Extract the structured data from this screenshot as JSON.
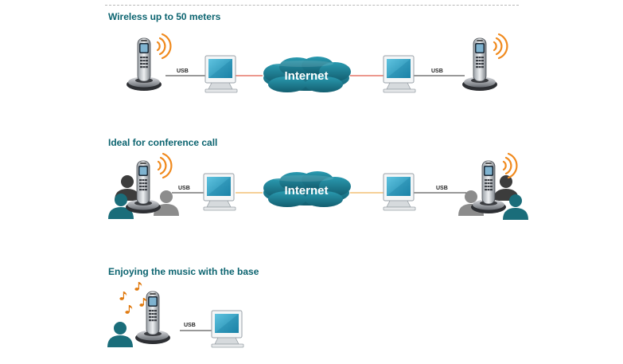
{
  "sections": [
    {
      "heading": "Wireless up to 50 meters",
      "usb_left": "USB",
      "usb_right": "USB",
      "cloud": "Internet"
    },
    {
      "heading": "Ideal for conference call",
      "usb_left": "USB",
      "usb_right": "USB",
      "cloud": "Internet"
    },
    {
      "heading": "Enjoying the music with the base",
      "usb_left": "USB"
    }
  ],
  "icons": {
    "handset": "cordless-phone-icon",
    "wireless": "wireless-signal-icon",
    "computer": "computer-monitor-icon",
    "cloud": "internet-cloud-icon",
    "person": "person-icon",
    "music": "music-note-icon"
  },
  "colors": {
    "heading": "#0c6470",
    "cloud": "#1c7f94",
    "link_red": "#e05a4a",
    "link_orange": "#f0b35a",
    "signal": "#f08a1e",
    "person_teal": "#1a6d7a",
    "person_gray": "#8c8c8c",
    "screen": "#2aa3c8",
    "note": "#e07a10"
  }
}
